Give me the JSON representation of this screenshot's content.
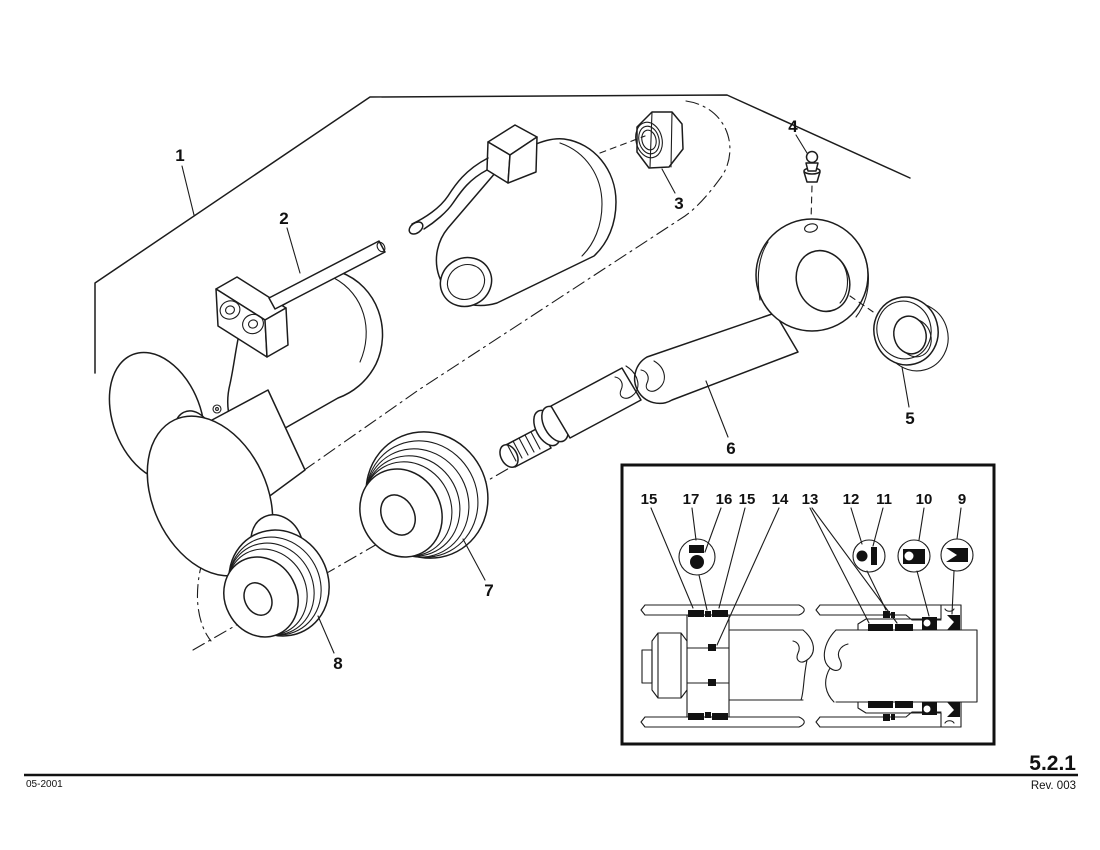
{
  "page": {
    "date_code": "05-2001",
    "section_number": "5.2.1",
    "revision": "Rev. 003"
  },
  "diagram": {
    "background": "#ffffff",
    "line_color": "#1c1c1c",
    "callouts": [
      {
        "label": "1"
      },
      {
        "label": "2"
      },
      {
        "label": "3"
      },
      {
        "label": "4"
      },
      {
        "label": "5"
      },
      {
        "label": "6"
      },
      {
        "label": "7"
      },
      {
        "label": "8"
      }
    ],
    "inset": {
      "callouts": [
        {
          "label": "15"
        },
        {
          "label": "17"
        },
        {
          "label": "16"
        },
        {
          "label": "15"
        },
        {
          "label": "14"
        },
        {
          "label": "13"
        },
        {
          "label": "12"
        },
        {
          "label": "11"
        },
        {
          "label": "10"
        },
        {
          "label": "9"
        }
      ]
    }
  }
}
